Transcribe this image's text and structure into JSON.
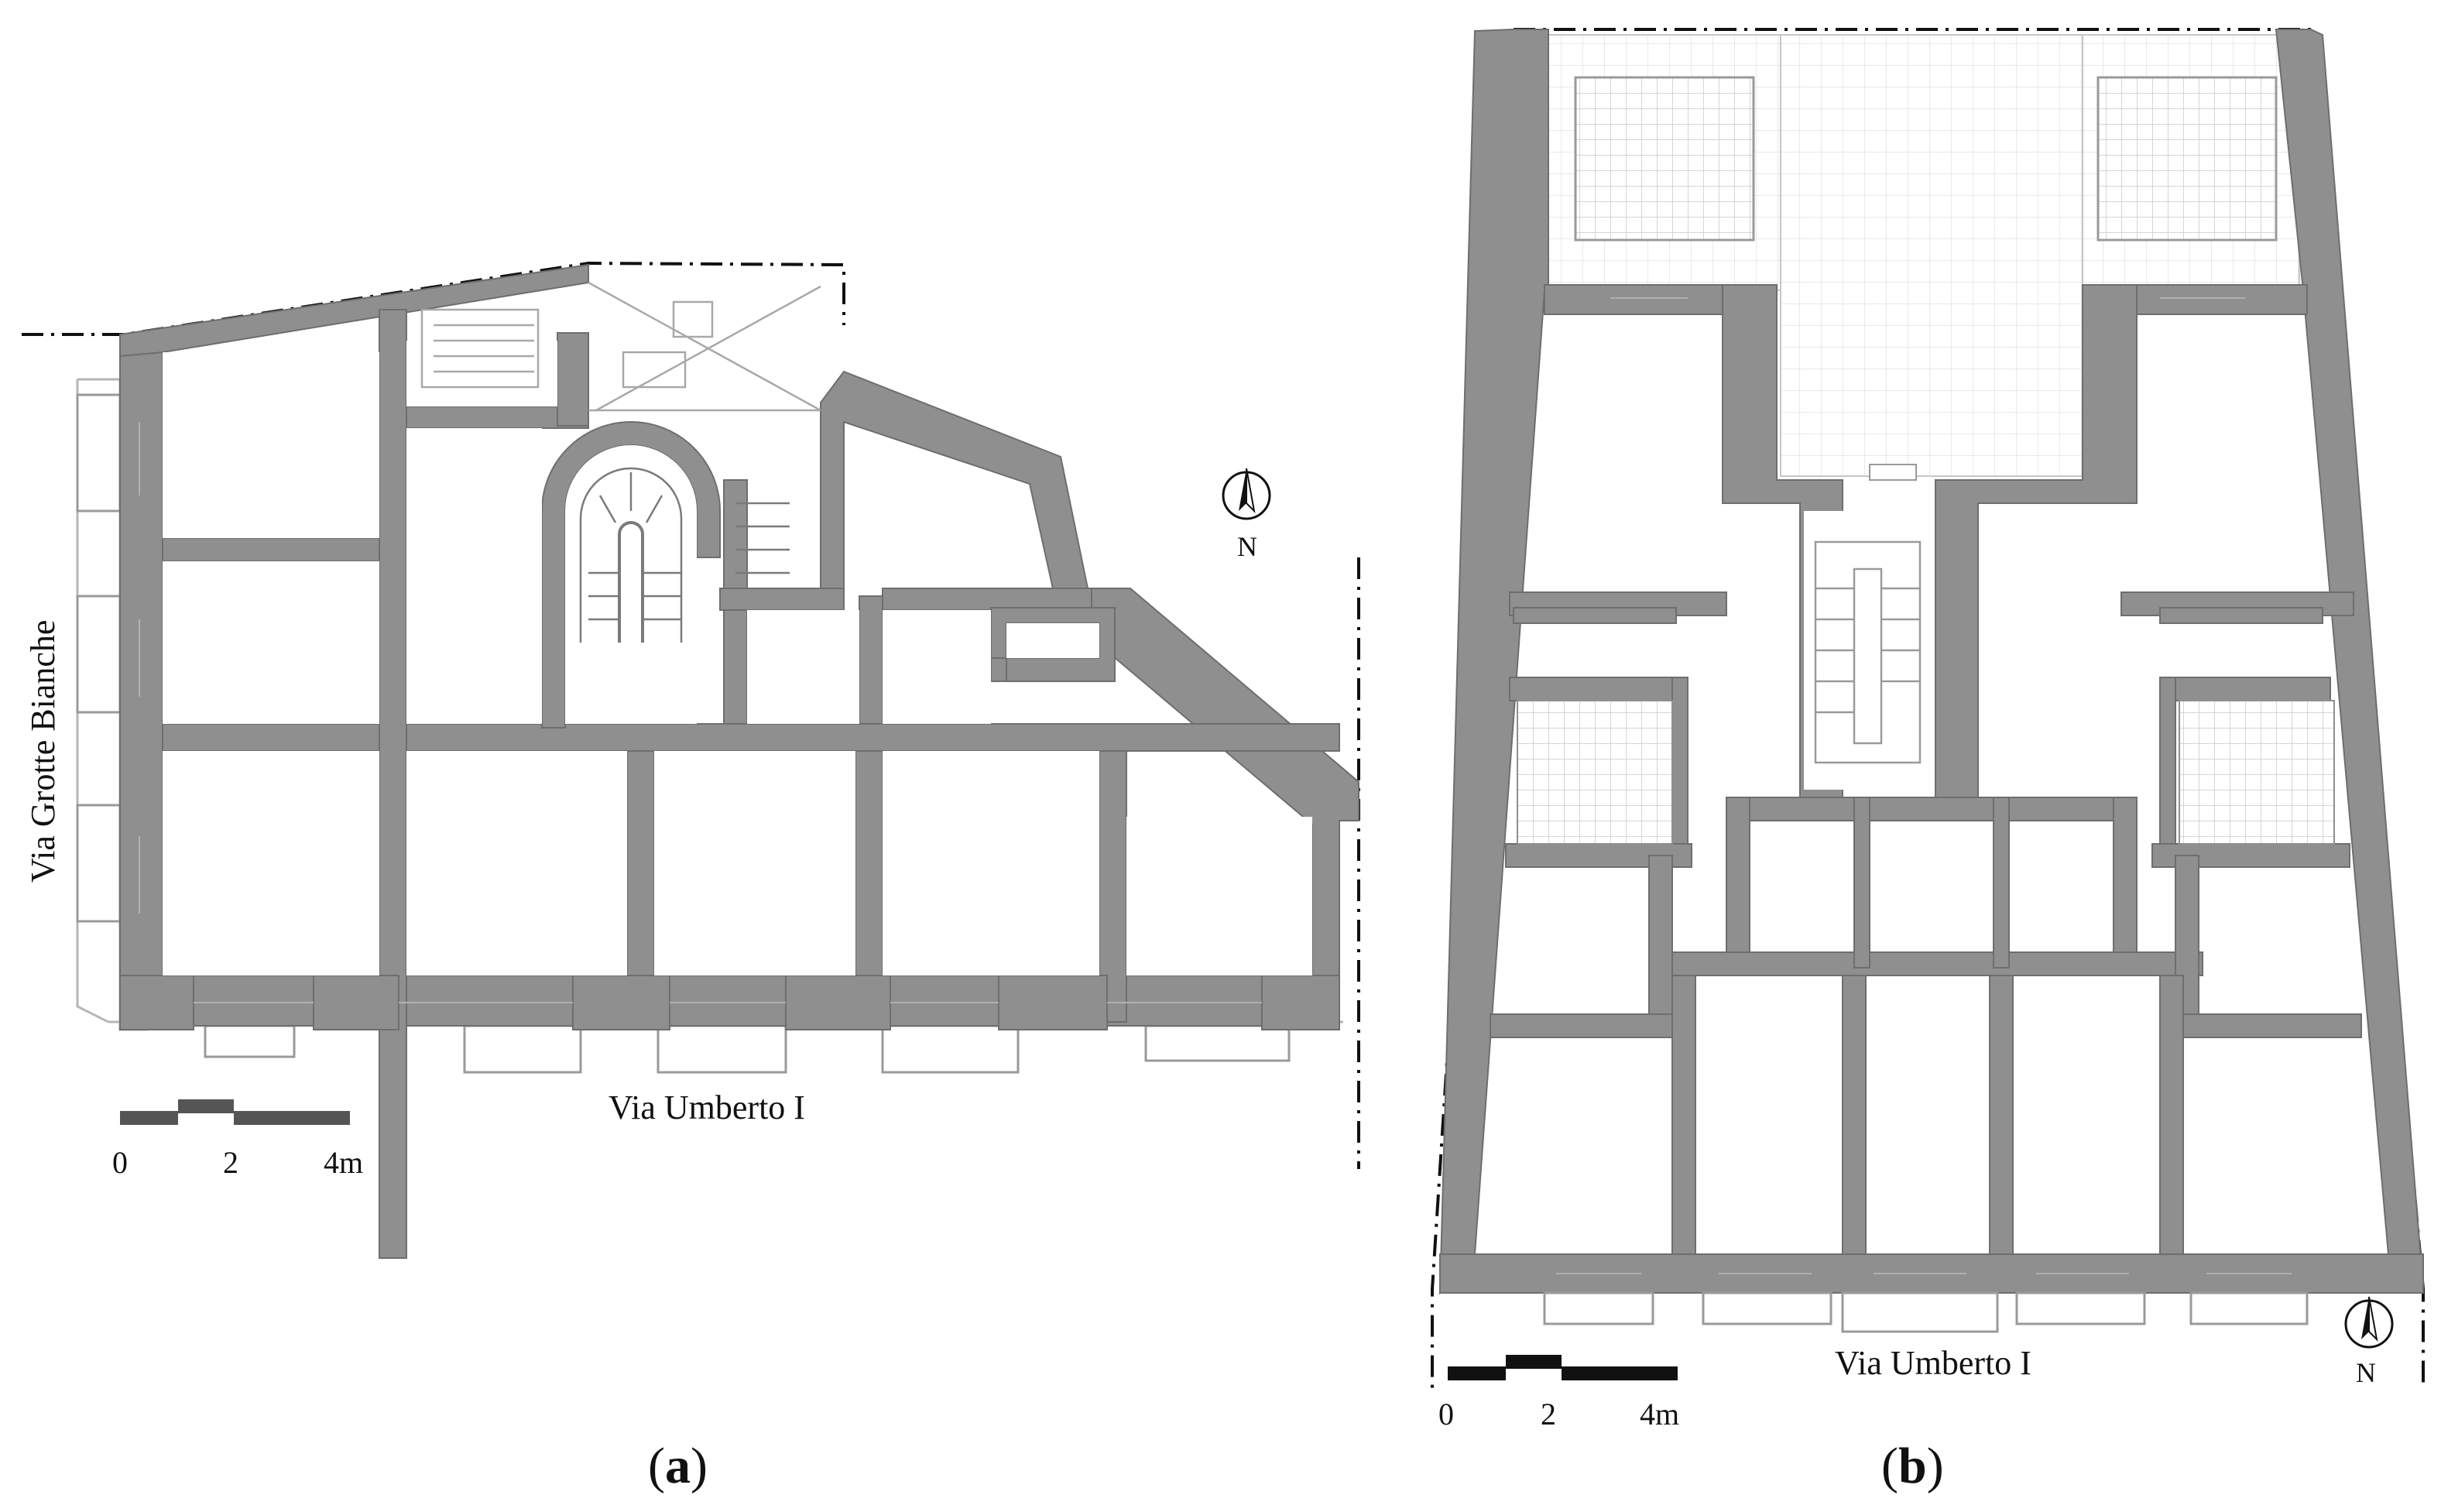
{
  "colors": {
    "wall": "#8f8f8f",
    "wall_edge": "#6e6e6e",
    "thin_line": "#a8a8a8",
    "ink": "#111111",
    "background": "#ffffff"
  },
  "panel_a": {
    "caption_open": "(",
    "caption_letter": "a",
    "caption_close": ")",
    "street_west": "Via Grotte Bianche",
    "street_south": "Via Umberto I",
    "north_label": "N",
    "scale_labels": [
      "0",
      "2",
      "4m"
    ]
  },
  "panel_b": {
    "caption_open": "(",
    "caption_letter": "b",
    "caption_close": ")",
    "street_south": "Via Umberto I",
    "north_label": "N",
    "scale_labels": [
      "0",
      "2",
      "4m"
    ]
  }
}
